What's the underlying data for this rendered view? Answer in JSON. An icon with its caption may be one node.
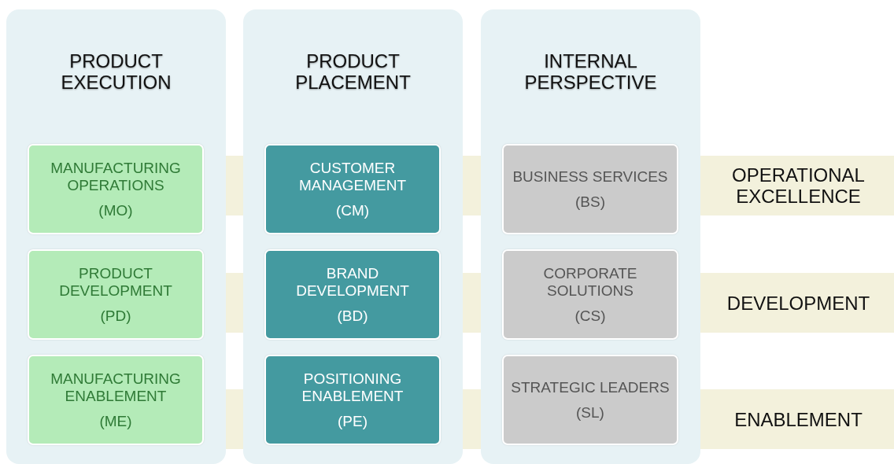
{
  "diagram": {
    "nodes": [
      {
        "text": [
          "PRODUCT EXECUTION"
        ]
      },
      {
        "text": [
          "MANUFACTURING OPERATIONS",
          "(MO)"
        ],
        "in": 0
      },
      {
        "text": [
          "PRODUCT DEVELOPMENT",
          "(PD)"
        ],
        "in": 0
      },
      {
        "text": [
          "MANUFACTURING ENABLEMENT",
          "(ME)"
        ],
        "in": 0
      },
      {
        "text": [
          "PRODUCT PLACEMENT"
        ]
      },
      {
        "text": [
          "CUSTOMER MANAGEMENT",
          "(CM)"
        ],
        "in": 4
      },
      {
        "text": [
          "BRAND DEVELOPMENT",
          "(BD)"
        ],
        "in": 4
      },
      {
        "text": [
          "POSITIONING ENABLEMENT",
          "(PE)"
        ],
        "in": 4
      },
      {
        "text": [
          "INTERNAL PERSPECTIVE"
        ]
      },
      {
        "text": [
          "BUSINESS SERVICES",
          "(BS)"
        ],
        "in": 8
      },
      {
        "text": [
          "CORPORATE SOLUTIONS",
          "(CS)"
        ],
        "in": 8
      },
      {
        "text": [
          "STRATEGIC LEADERS",
          "(SL)"
        ],
        "in": 8
      },
      {
        "text": [
          "OPERATIONAL EXCELLENCE"
        ]
      },
      {
        "text": [
          "DEVELOPMENT"
        ]
      },
      {
        "text": [
          "ENABLEMENT"
        ]
      }
    ]
  }
}
